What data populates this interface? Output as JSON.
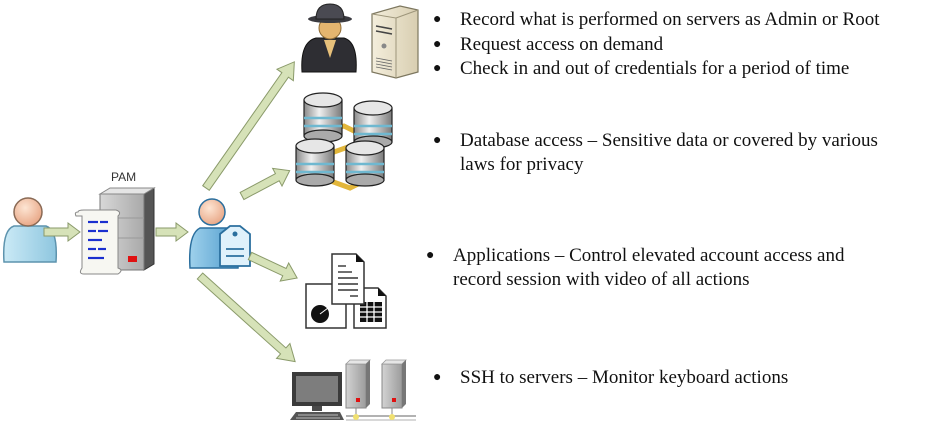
{
  "diagram": {
    "pam_label": "PAM",
    "nodes": [
      {
        "id": "user",
        "icon": "user-icon"
      },
      {
        "id": "pam-server",
        "icon": "server-with-script-icon"
      },
      {
        "id": "privileged-user",
        "icon": "user-with-tag-icon"
      },
      {
        "id": "admin-root",
        "icon": "spy-and-server-icon"
      },
      {
        "id": "database",
        "icon": "database-cluster-icon"
      },
      {
        "id": "applications",
        "icon": "documents-icon"
      },
      {
        "id": "ssh",
        "icon": "workstation-servers-icon"
      }
    ],
    "groups": [
      {
        "name": "admin-root",
        "bullets": [
          "Record what is performed on servers as Admin or Root",
          "Request access on demand",
          "Check in and out of credentials for a period of time"
        ]
      },
      {
        "name": "database",
        "bullets": [
          "Database access – Sensitive data or covered by various"
        ],
        "continuation": "laws for privacy"
      },
      {
        "name": "applications",
        "bullets": [
          "Applications – Control elevated account access  and"
        ],
        "continuation": "record session with video of all actions"
      },
      {
        "name": "ssh",
        "bullets": [
          "SSH to servers – Monitor keyboard actions"
        ]
      }
    ],
    "bullet_glyph": "●",
    "colors": {
      "arrow_fill": "#d6e2b8",
      "arrow_stroke": "#8a9a6a",
      "user_body": "#a9d6ea",
      "user_head": "#f2c4a3",
      "server_gray": "#b8b8b8",
      "led_red": "#e01010",
      "db_stripe": "#6fb8d0",
      "db_link": "#f0c040"
    }
  }
}
